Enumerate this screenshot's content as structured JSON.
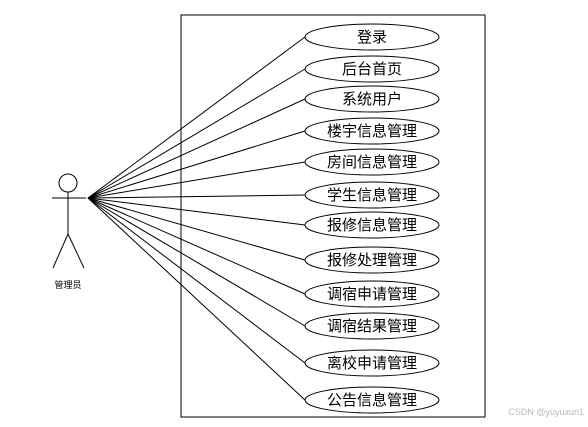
{
  "actor": {
    "label": "管理员"
  },
  "use_cases": [
    {
      "label": "登录"
    },
    {
      "label": "后台首页"
    },
    {
      "label": "系统用户"
    },
    {
      "label": "楼宇信息管理"
    },
    {
      "label": "房间信息管理"
    },
    {
      "label": "学生信息管理"
    },
    {
      "label": "报修信息管理"
    },
    {
      "label": "报修处理管理"
    },
    {
      "label": "调宿申请管理"
    },
    {
      "label": "调宿结果管理"
    },
    {
      "label": "离校申请管理"
    },
    {
      "label": "公告信息管理"
    }
  ],
  "watermark": "CSDN @yuyuxun1",
  "colors": {
    "line": "#000000",
    "background": "#ffffff",
    "watermark": "#b8b8b8"
  }
}
